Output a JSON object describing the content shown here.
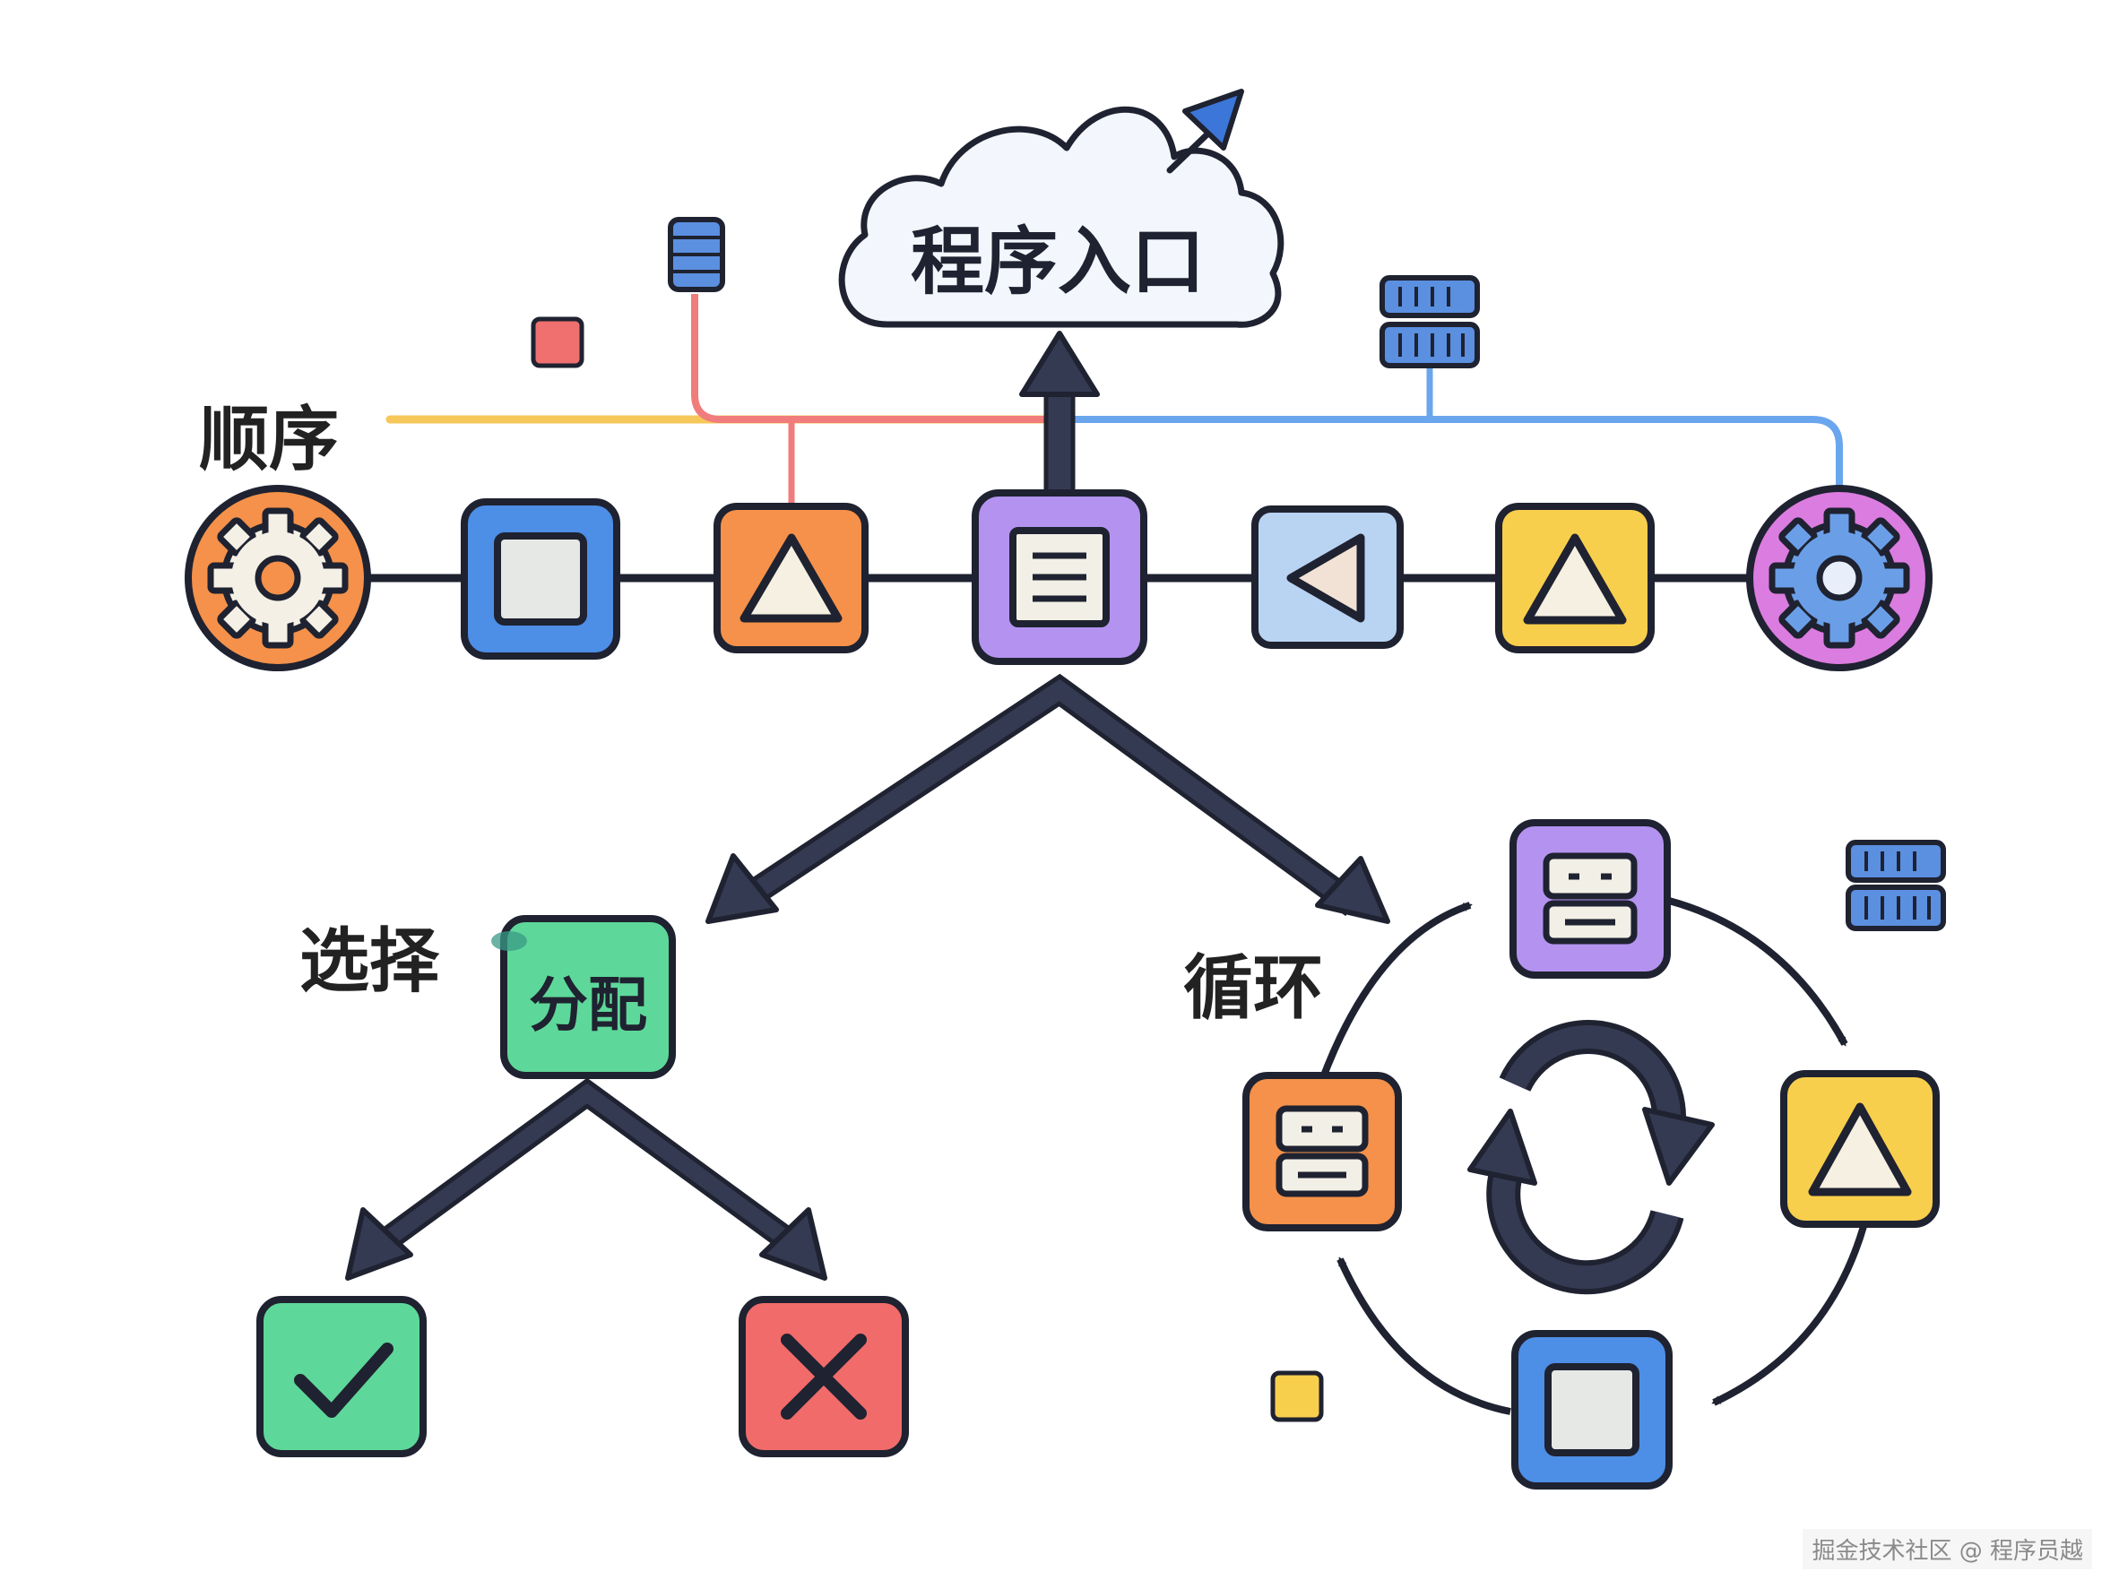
{
  "labels": {
    "entry": "程序入口",
    "sequence": "顺序",
    "select": "选择",
    "assign": "分配",
    "loop": "循环"
  },
  "watermark": "掘金技术社区 @ 程序员越",
  "colors": {
    "outline": "#1f2230",
    "orange": "#f5914a",
    "blue": "#4d8ee6",
    "purple": "#b393ef",
    "light_blue": "#b9d3f3",
    "yellow": "#f8cf4d",
    "green": "#5ed89a",
    "red": "#f26b6b",
    "line_yellow": "#f6c75a",
    "line_red": "#f07c7c",
    "line_blue": "#6aa6ee",
    "pink_ring": "#db7ce0"
  },
  "nodes": {
    "sequence": [
      "gear-icon",
      "square-icon",
      "triangle-icon",
      "document-icon",
      "play-back-icon",
      "triangle-icon",
      "gear-icon"
    ],
    "branch_outcomes": [
      "check-icon",
      "cross-icon"
    ],
    "loop": [
      "server-icon",
      "triangle-icon",
      "square-icon",
      "server-icon"
    ],
    "loop_center": "refresh-icon"
  }
}
